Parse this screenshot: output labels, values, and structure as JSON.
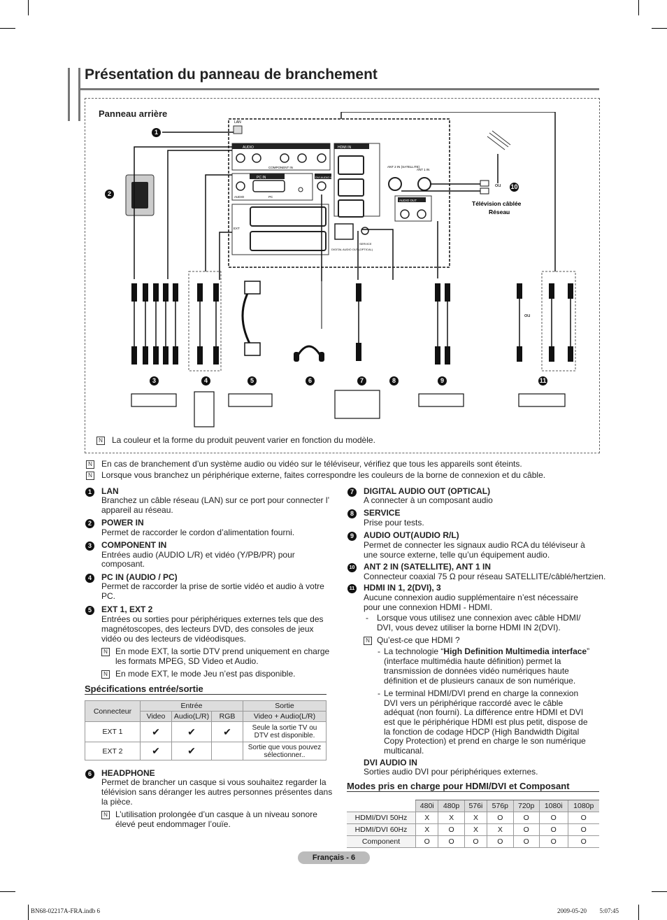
{
  "title": "Présentation du panneau de branchement",
  "panel": {
    "heading": "Panneau arrière",
    "labels": {
      "lan": "LAN",
      "audio": "AUDIO",
      "component_in": "COMPONENT IN",
      "hdmi_in": "HDMI IN",
      "pc_in": "PC IN",
      "dvi_audio_in": "DVI AUDIO IN",
      "pc": "PC",
      "ext": "EXT",
      "ant2": "ANT 2 IN (SATELLITE)",
      "ant1": "ANT 1 IN",
      "audio_out": "AUDIO OUT",
      "digital_audio_out": "DIGITAL AUDIO OUT (OPTICAL)",
      "service": "SERVICE",
      "ou1": "ou",
      "ou2": "ou",
      "cable_tv": "Télévision câblée",
      "network": "Réseau"
    },
    "note": "La couleur et la forme du produit peuvent varier en fonction du modèle."
  },
  "notes": [
    "En cas de branchement d’un système audio ou vidéo sur le téléviseur, vérifiez que tous les appareils sont éteints.",
    "Lorsque vous branchez un périphérique externe, faites correspondre les couleurs de la borne de connexion et du câble."
  ],
  "left_items": [
    {
      "num": "1",
      "title": "LAN",
      "lines": [
        "Branchez un câble réseau (LAN) sur ce port pour connecter l’",
        "appareil au réseau."
      ]
    },
    {
      "num": "2",
      "title": "POWER IN",
      "lines": [
        "Permet de raccorder le cordon d’alimentation fourni."
      ]
    },
    {
      "num": "3",
      "title": "COMPONENT IN",
      "lines": [
        "Entrées audio (AUDIO L/R) et vidéo (Y/PB/PR) pour",
        "composant."
      ]
    },
    {
      "num": "4",
      "title": "PC IN (AUDIO / PC)",
      "lines": [
        "Permet de raccorder la prise de sortie vidéo et audio à votre",
        "PC."
      ]
    },
    {
      "num": "5",
      "title": "EXT 1, EXT 2",
      "lines": [
        "Entrées ou sorties pour périphériques externes tels que des",
        "magnétoscopes, des lecteurs DVD, des consoles de jeux",
        "vidéo ou des lecteurs de vidéodisques."
      ]
    }
  ],
  "ext_notes": [
    [
      "En mode EXT, la sortie DTV prend uniquement en charge",
      "les formats MPEG, SD Video et Audio."
    ],
    [
      "En mode EXT, le mode Jeu n’est pas disponible."
    ]
  ],
  "spec": {
    "heading": "Spécifications entrée/sortie",
    "connecteur": "Connecteur",
    "entree": "Entrée",
    "sortie": "Sortie",
    "cols": [
      "Video",
      "Audio(L/R)",
      "RGB",
      "Video + Audio(L/R)"
    ],
    "rows": [
      {
        "name": "EXT 1",
        "video": "✔",
        "audio": "✔",
        "rgb": "✔",
        "out": [
          "Seule la sortie TV ou",
          "DTV est disponible."
        ]
      },
      {
        "name": "EXT 2",
        "video": "✔",
        "audio": "✔",
        "rgb": "",
        "out": [
          "Sortie que vous pouvez",
          "sélectionner.."
        ]
      }
    ]
  },
  "headphone": {
    "num": "6",
    "title": "HEADPHONE",
    "lines": [
      "Permet de brancher un casque si vous souhaitez regarder la",
      "télévision sans déranger les autres personnes présentes dans",
      "la pièce."
    ],
    "note": [
      "L’utilisation prolongée d’un casque à un niveau sonore",
      "élevé peut endommager l’ouïe."
    ]
  },
  "right_items": [
    {
      "num": "7",
      "title": "DIGITAL AUDIO OUT (OPTICAL)",
      "lines": [
        "A connecter à un composant audio"
      ]
    },
    {
      "num": "8",
      "title": "SERVICE",
      "lines": [
        "Prise pour tests."
      ]
    },
    {
      "num": "9",
      "title": "AUDIO OUT(AUDIO R/L)",
      "lines": [
        "Permet de connecter les signaux audio RCA du téléviseur à",
        "une source externe, telle qu’un équipement audio."
      ]
    },
    {
      "num": "10",
      "title": "ANT 2 IN (SATELLITE), ANT 1 IN",
      "lines": [
        "Connecteur coaxial 75 Ω pour réseau SATELLITE/câblé/hertzien."
      ]
    },
    {
      "num": "11",
      "title": "HDMI IN 1, 2(DVI), 3",
      "lines": [
        "Aucune connexion audio supplémentaire n’est nécessaire",
        "pour une connexion HDMI - HDMI."
      ]
    }
  ],
  "hdmi_sub": {
    "dash1": [
      "Lorsque vous utilisez une connexion avec câble HDMI/",
      "DVI, vous devez utiliser la borne HDMI IN 2(DVI)."
    ],
    "question": "Qu’est-ce que HDMI ?",
    "b1_pre": "La technologie “",
    "b1_bold": "High Definition Multimedia interface",
    "b1_post": "”",
    "b1_lines": [
      "(interface multimédia haute définition) permet la",
      "transmission de données vidéo numériques haute",
      "définition et de plusieurs canaux de son numérique."
    ],
    "b2_lines": [
      "Le terminal HDMI/DVI prend en charge la connexion",
      "DVI vers un périphérique raccordé avec le câble",
      "adéquat (non fourni). La différence entre HDMI et DVI",
      "est que le périphérique HDMI est plus petit, dispose de",
      "la fonction de codage HDCP (High Bandwidth Digital",
      "Copy Protection) et prend en charge le son numérique",
      "multicanal."
    ],
    "dvi_title": "DVI AUDIO IN",
    "dvi_text": "Sorties audio DVI pour périphériques externes."
  },
  "modes": {
    "heading": "Modes pris en charge pour HDMI/DVI et Composant",
    "cols": [
      "480i",
      "480p",
      "576i",
      "576p",
      "720p",
      "1080i",
      "1080p"
    ],
    "rows": [
      {
        "name": "HDMI/DVI 50Hz",
        "vals": [
          "X",
          "X",
          "X",
          "O",
          "O",
          "O",
          "O"
        ]
      },
      {
        "name": "HDMI/DVI 60Hz",
        "vals": [
          "X",
          "O",
          "X",
          "X",
          "O",
          "O",
          "O"
        ]
      },
      {
        "name": "Component",
        "vals": [
          "O",
          "O",
          "O",
          "O",
          "O",
          "O",
          "O"
        ]
      }
    ]
  },
  "footer": {
    "page": "Français - 6",
    "file": "BN68-02217A-FRA.indb   6",
    "date": "2009-05-20   􀀀􀀀 5:07:45"
  }
}
